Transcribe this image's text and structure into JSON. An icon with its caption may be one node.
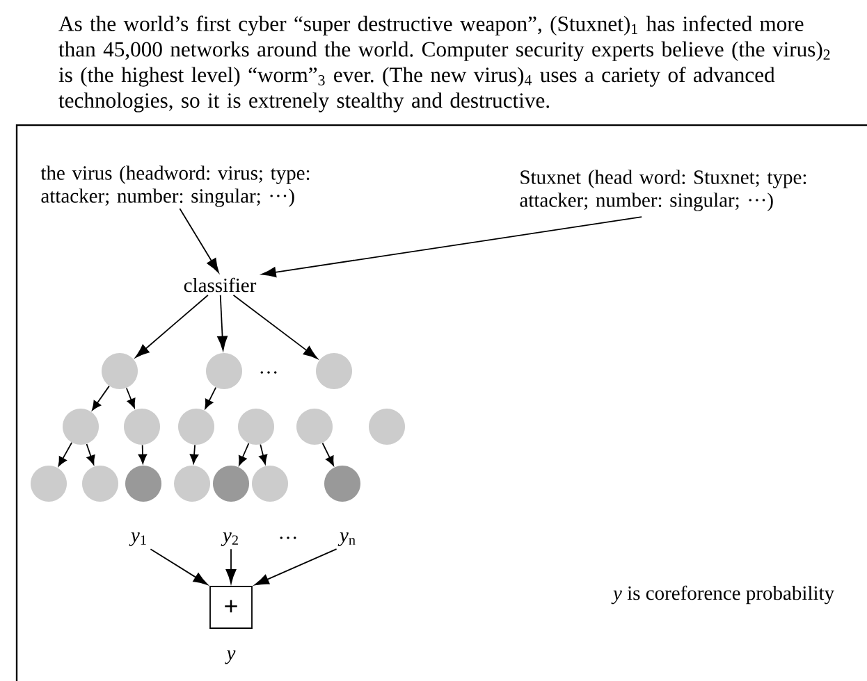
{
  "diagram": {
    "nodes": [
      {
        "text": [
          "the virus (headword: virus; type: attacker; number: singular; ···)"
        ]
      },
      {
        "text": [
          "Stuxnet (head word: Stuxnet; type: attacker; number: singular; ···)"
        ]
      },
      {
        "text": [
          "classifier"
        ]
      },
      {
        "text": [],
        "shape": "circle"
      },
      {
        "text": [],
        "shape": "circle"
      },
      {
        "text": [],
        "shape": "circle"
      },
      {
        "text": [],
        "shape": "circle"
      },
      {
        "text": [],
        "shape": "circle"
      },
      {
        "text": [],
        "shape": "circle"
      },
      {
        "text": [],
        "shape": "circle"
      },
      {
        "text": [],
        "shape": "circle"
      },
      {
        "text": [],
        "shape": "circle"
      },
      {
        "text": [],
        "shape": "circle"
      },
      {
        "text": [],
        "shape": "circle"
      },
      {
        "text": [],
        "shape": "circle"
      },
      {
        "text": [],
        "shape": "circle"
      },
      {
        "text": [],
        "shape": "circle"
      },
      {
        "text": [],
        "shape": "circle"
      },
      {
        "text": [],
        "shape": "circle"
      },
      {
        "text": [
          "*y*$_{1}$"
        ]
      },
      {
        "text": [
          "*y*$_{2}$"
        ]
      },
      {
        "text": [
          "*y*$_{n}$"
        ]
      },
      {
        "text": [
          "+"
        ],
        "beside": [
          "*y*"
        ]
      }
    ],
    "edges": [
      {
        "from": 0,
        "to": 2,
        "arrow": "to"
      },
      {
        "from": 1,
        "to": 2,
        "arrow": "to"
      },
      {
        "from": 2,
        "to": 3,
        "arrow": "to"
      },
      {
        "from": 2,
        "to": 4,
        "arrow": "to"
      },
      {
        "from": 2,
        "to": 5,
        "arrow": "to"
      },
      {
        "from": 3,
        "to": 6,
        "arrow": "to"
      },
      {
        "from": 3,
        "to": 7,
        "arrow": "to"
      },
      {
        "from": 4,
        "to": 8,
        "arrow": "to"
      },
      {
        "from": 6,
        "to": 12,
        "arrow": "to"
      },
      {
        "from": 6,
        "to": 13,
        "arrow": "to"
      },
      {
        "from": 7,
        "to": 14,
        "arrow": "to"
      },
      {
        "from": 8,
        "to": 15,
        "arrow": "to"
      },
      {
        "from": 9,
        "to": 16,
        "arrow": "to"
      },
      {
        "from": 9,
        "to": 17,
        "arrow": "to"
      },
      {
        "from": 10,
        "to": 18,
        "arrow": "to"
      },
      {
        "from": 19,
        "to": 22,
        "arrow": "to"
      },
      {
        "from": 20,
        "to": 22,
        "arrow": "to"
      },
      {
        "from": 21,
        "to": 22,
        "arrow": "to"
      }
    ],
    "labels": [
      "As the world’s first cyber “super destructive weapon”, (Stuxnet)$_{1}$ has infected more than 45,000 networks around the world.  Computer security experts believe (the virus)$_{2}$ is (the highest level) “worm”$_{3}$ ever. (The new virus)$_{4}$ uses a cariety of advanced technologies, so it is extrenely stealthy and destructive.",
      "…",
      "…",
      "*y* is coreforence probability"
    ]
  }
}
